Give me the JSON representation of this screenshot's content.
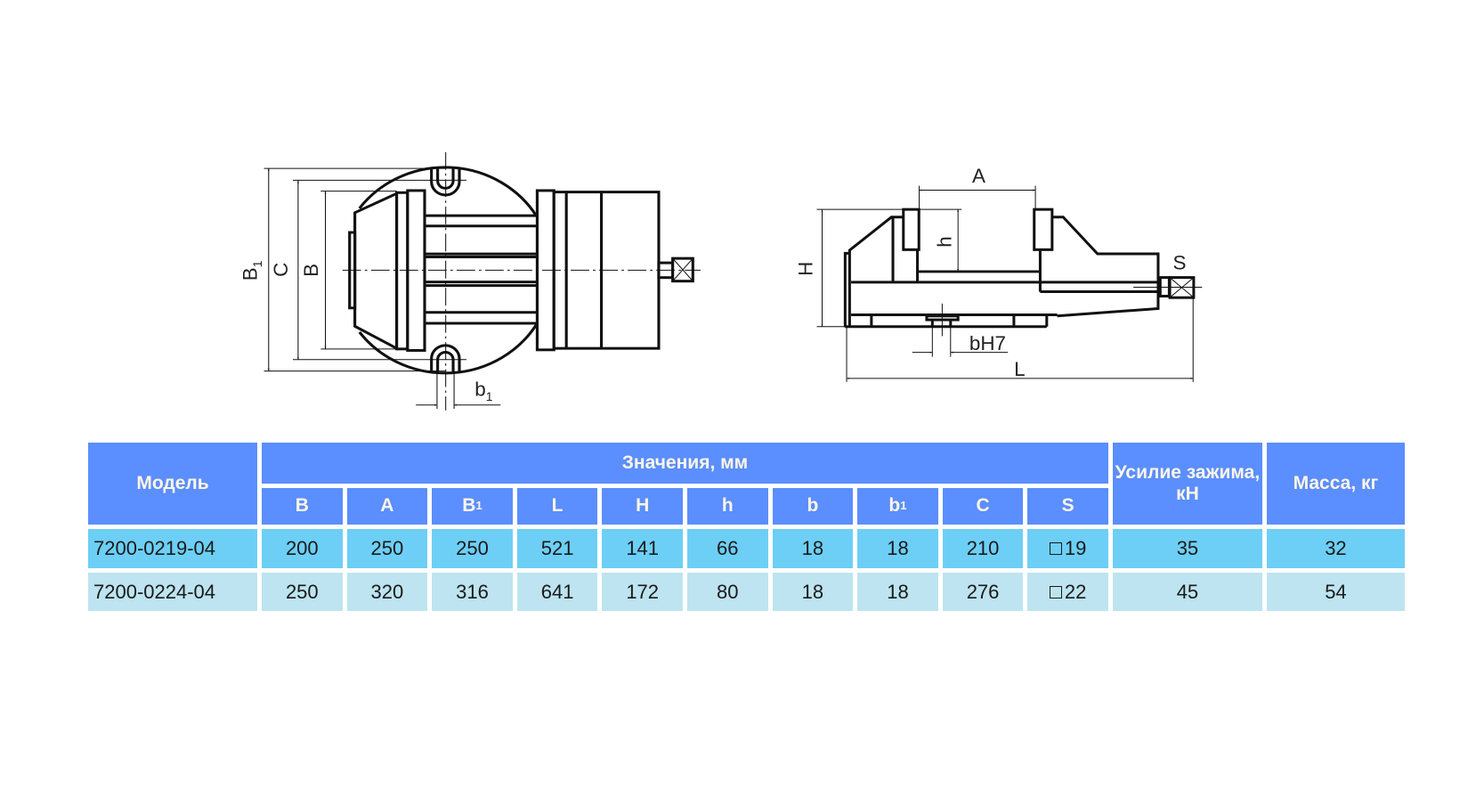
{
  "drawing": {
    "plan_labels": {
      "B1": "B",
      "B1_sub": "1",
      "C": "C",
      "B": "B",
      "b1": "b",
      "b1_sub": "1"
    },
    "side_labels": {
      "A": "A",
      "h": "h",
      "H": "H",
      "S": "S",
      "bH7": "bH7",
      "L": "L"
    }
  },
  "table": {
    "model_header": "Модель",
    "values_header": "Значения, мм",
    "force_header": "Усилие зажима, кН",
    "mass_header": "Масса, кг",
    "columns": [
      {
        "label": "B",
        "sub": ""
      },
      {
        "label": "A",
        "sub": ""
      },
      {
        "label": "B",
        "sub": "1"
      },
      {
        "label": "L",
        "sub": ""
      },
      {
        "label": "H",
        "sub": ""
      },
      {
        "label": "h",
        "sub": ""
      },
      {
        "label": "b",
        "sub": ""
      },
      {
        "label": "b",
        "sub": "1"
      },
      {
        "label": "C",
        "sub": ""
      },
      {
        "label": "S",
        "sub": ""
      }
    ],
    "rows": [
      {
        "model": "7200-0219-04",
        "values": [
          "200",
          "250",
          "250",
          "521",
          "141",
          "66",
          "18",
          "18",
          "210",
          "19"
        ],
        "force": "35",
        "mass": "32"
      },
      {
        "model": "7200-0224-04",
        "values": [
          "250",
          "320",
          "316",
          "641",
          "172",
          "80",
          "18",
          "18",
          "276",
          "22"
        ],
        "force": "45",
        "mass": "54"
      }
    ]
  },
  "colors": {
    "header": "#5b8efe",
    "row1": "#6dcff6",
    "row2": "#bde4f0",
    "header_text": "#fff6e4"
  }
}
